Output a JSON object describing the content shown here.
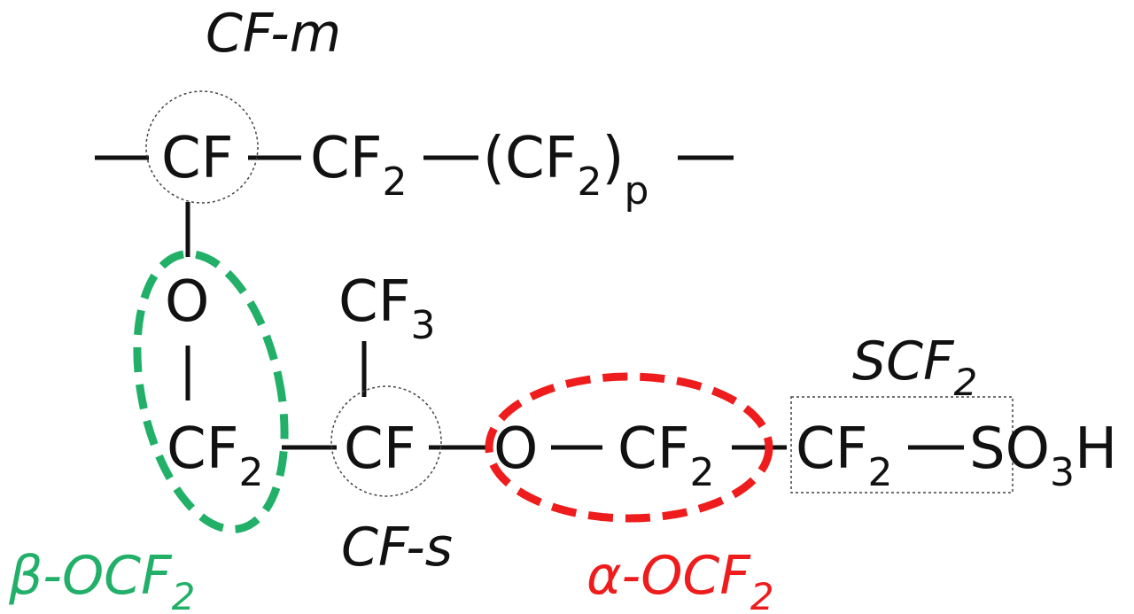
{
  "colors": {
    "ink": "#111111",
    "beta": "#22b069",
    "alpha": "#ee1c1c"
  },
  "labels": {
    "cf_m": "CF-m",
    "cf_s": "CF-s",
    "scf2_main": "SCF",
    "scf2_sub": "2",
    "beta_main": "β-OCF",
    "beta_sub": "2",
    "alpha_main": "α-OCF",
    "alpha_sub": "2"
  },
  "backbone": {
    "cf": "CF",
    "cf2": "CF",
    "cf2_sub": "2",
    "paren_open": "(CF",
    "paren_sub": "2",
    "paren_close": ")",
    "paren_p": "p"
  },
  "sidechain": {
    "o1": "O",
    "cf2_1": "CF",
    "cf2_1_sub": "2",
    "cf_center": "CF",
    "cf3": "CF",
    "cf3_sub": "3",
    "o2": "O",
    "cf2_2": "CF",
    "cf2_2_sub": "2",
    "cf2_3": "CF",
    "cf2_3_sub": "2",
    "so3h_s": "S",
    "so3h_o": "O",
    "so3h_sub": "3",
    "so3h_h": "H"
  }
}
